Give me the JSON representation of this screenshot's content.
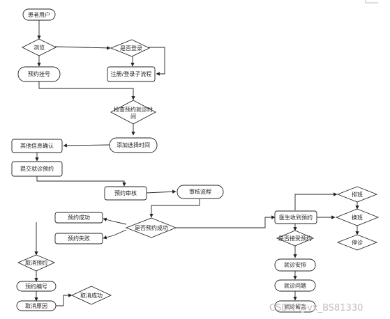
{
  "nodes": {
    "patient_user": "患者用户",
    "browse": "浏览",
    "is_logged_in": "是否登录",
    "book_registration": "预约挂号",
    "register_login_subprocess": "注册/登录子流程",
    "check_booking_time_1": "检查预约就诊时",
    "check_booking_time_2": "间",
    "add_select_time": "添加选择时间",
    "other_info_confirm": "其他信息确认",
    "submit_booking": "提交就诊预约",
    "booking_review": "预约审核",
    "review_process": "审核流程",
    "booking_success": "预约成功",
    "is_booking_success": "是否预约成功",
    "booking_failed": "预约失败",
    "cancel_booking": "取消预约",
    "booking_number": "预约编号",
    "cancel_reason": "取消原因",
    "cancel_success": "取消成功",
    "doctor_receives": "医生收到预约",
    "scheduling": "排班",
    "shift_change": "换班",
    "suspend_visit": "停诊",
    "accept_booking": "是否接受预约",
    "visit_arrangement": "就诊安排",
    "visit_question": "就诊问题",
    "visit_message": "就诊留言"
  },
  "watermark": "CSDN @vx_BS81330"
}
